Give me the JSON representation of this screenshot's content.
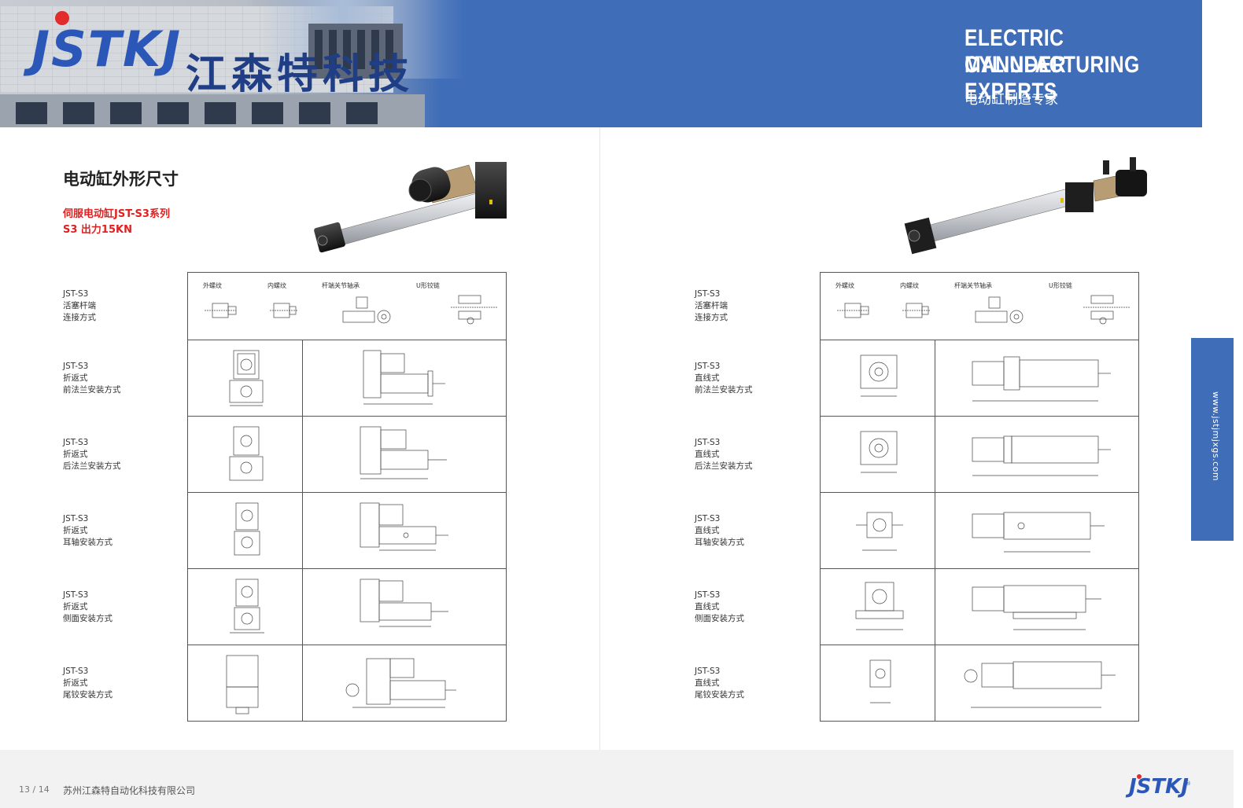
{
  "banner": {
    "logo_en": "JSTKJ",
    "logo_cn": "江森特科技",
    "title_line1": "ELECTRIC CYLINDER",
    "title_line2": "MANUFACTURING EXPERTS",
    "subtitle": "电动缸制造专家"
  },
  "left_page": {
    "section_title": "电动缸外形尺寸",
    "series_name": "伺服电动缸JST-S3系列",
    "series_force": "S3 出力15KN",
    "rows": [
      {
        "model": "JST-S3",
        "type": "活塞杆端",
        "mount": "连接方式"
      },
      {
        "model": "JST-S3",
        "type": "折返式",
        "mount": "前法兰安装方式"
      },
      {
        "model": "JST-S3",
        "type": "折返式",
        "mount": "后法兰安装方式"
      },
      {
        "model": "JST-S3",
        "type": "折返式",
        "mount": "耳轴安装方式"
      },
      {
        "model": "JST-S3",
        "type": "折返式",
        "mount": "侧面安装方式"
      },
      {
        "model": "JST-S3",
        "type": "折返式",
        "mount": "尾铰安装方式"
      }
    ]
  },
  "right_page": {
    "rows": [
      {
        "model": "JST-S3",
        "type": "活塞杆端",
        "mount": "连接方式"
      },
      {
        "model": "JST-S3",
        "type": "直线式",
        "mount": "前法兰安装方式"
      },
      {
        "model": "JST-S3",
        "type": "直线式",
        "mount": "后法兰安装方式"
      },
      {
        "model": "JST-S3",
        "type": "直线式",
        "mount": "耳轴安装方式"
      },
      {
        "model": "JST-S3",
        "type": "直线式",
        "mount": "侧面安装方式"
      },
      {
        "model": "JST-S3",
        "type": "直线式",
        "mount": "尾铰安装方式"
      }
    ]
  },
  "connections": [
    "外螺纹",
    "内螺纹",
    "杆端关节轴承",
    "U形铰链"
  ],
  "side_tab_url": "www.jstjmjxgs.com",
  "footer": {
    "page": "13 / 14",
    "company": "苏州江森特自动化科技有限公司",
    "logo": "JSTKJ",
    "logo_reg": "®"
  },
  "colors": {
    "brand_blue": "#3f6db8",
    "accent_red": "#e02020",
    "logo_blue": "#2b58b8"
  }
}
